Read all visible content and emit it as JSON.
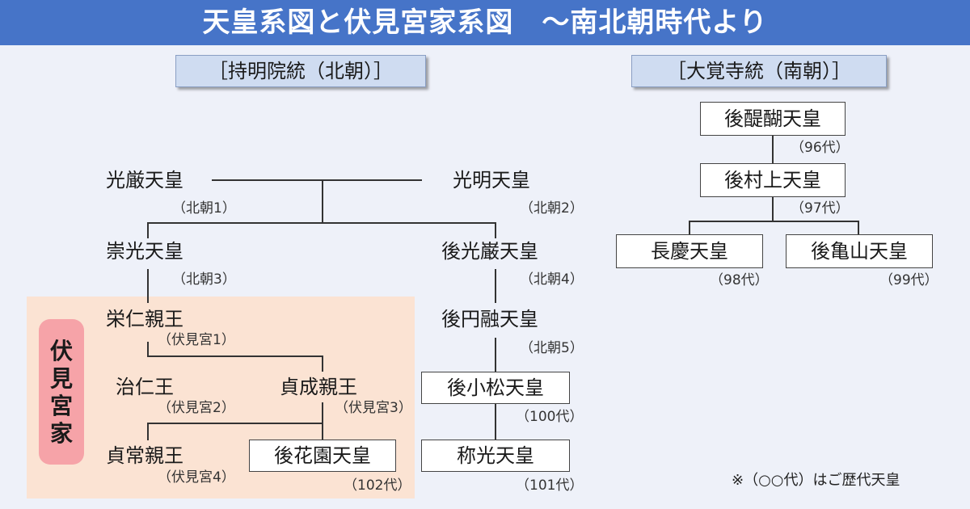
{
  "title": "天皇系図と伏見宮家系図　～南北朝時代より",
  "lineages": {
    "north": "［持明院統（北朝）］",
    "south": "［大覚寺統（南朝）］"
  },
  "fushimi_label": [
    "伏",
    "見",
    "宮",
    "家"
  ],
  "north": {
    "kogon": {
      "name": "光厳天皇",
      "sub": "（北朝1）"
    },
    "komyo": {
      "name": "光明天皇",
      "sub": "（北朝2）"
    },
    "suko": {
      "name": "崇光天皇",
      "sub": "（北朝3）"
    },
    "gokogon": {
      "name": "後光巌天皇",
      "sub": "（北朝4）"
    },
    "yoshihito": {
      "name": "栄仁親王",
      "sub": "（伏見宮1）"
    },
    "goenyu": {
      "name": "後円融天皇",
      "sub": "（北朝5）"
    },
    "haruhito": {
      "name": "治仁王",
      "sub": "（伏見宮2）"
    },
    "sadafusa": {
      "name": "貞成親王",
      "sub": "（伏見宮3）"
    },
    "gokomatsu": {
      "name": "後小松天皇",
      "sub": "（100代）"
    },
    "sadatsune": {
      "name": "貞常親王",
      "sub": "（伏見宮4）"
    },
    "gohanazono": {
      "name": "後花園天皇",
      "sub": "（102代）"
    },
    "shoko": {
      "name": "称光天皇",
      "sub": "（101代）"
    }
  },
  "south": {
    "godaigo": {
      "name": "後醍醐天皇",
      "sub": "（96代）"
    },
    "gomurakami": {
      "name": "後村上天皇",
      "sub": "（97代）"
    },
    "chokei": {
      "name": "長慶天皇",
      "sub": "（98代）"
    },
    "gokameyama": {
      "name": "後亀山天皇",
      "sub": "（99代）"
    }
  },
  "note": "※（○○代）はご歴代天皇"
}
